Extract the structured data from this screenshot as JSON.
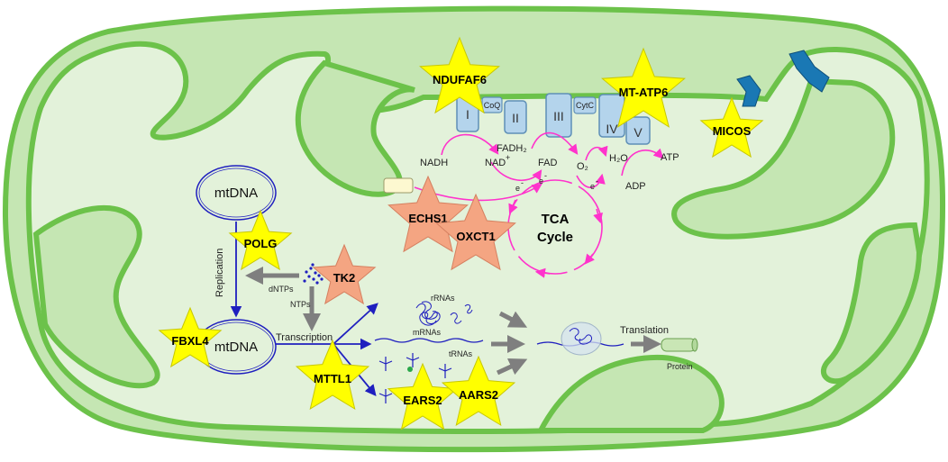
{
  "complexes": {
    "c1": "I",
    "coq": "CoQ",
    "c2": "II",
    "c3": "III",
    "cytc": "CytC",
    "c4": "IV",
    "c5": "V"
  },
  "metabolites": {
    "nadh": "NADH",
    "nad": "NAD",
    "nad_sup": "+",
    "fadh2": "FADH₂",
    "fad": "FAD",
    "o2": "O₂",
    "h2o": "H₂O",
    "atp": "ATP",
    "adp": "ADP",
    "e1": "e",
    "e2": "e",
    "e3": "e",
    "e_sup": "-"
  },
  "tca": {
    "line1": "TCA",
    "line2": "Cycle"
  },
  "dna": {
    "mtdna_top": "mtDNA",
    "mtdna_bottom": "mtDNA",
    "replication": "Replication",
    "dntps": "dNTPs",
    "ntps": "NTPs",
    "transcription": "Transcription",
    "rrnas": "rRNAs",
    "mrnas": "mRNAs",
    "trnas": "tRNAs",
    "translation": "Translation",
    "protein": "Protein"
  },
  "genes": {
    "ndufaf6": "NDUFAF6",
    "mt_atp6": "MT-ATP6",
    "micos": "MICOS",
    "echs1": "ECHS1",
    "oxct1": "OXCT1",
    "polg": "POLG",
    "tk2": "TK2",
    "fbxl4": "FBXL4",
    "mttl1": "MTTL1",
    "ears2": "EARS2",
    "aars2": "AARS2"
  },
  "colors": {
    "membrane": "#6cc24a",
    "outer_fill": "#c5e6b3",
    "matrix_fill": "#e3f2da",
    "star_yellow": "#ffff00",
    "star_salmon": "#f4a582",
    "complex_blue": "#b4d4ec",
    "cycle_pink": "#ff33cc",
    "arrow_blue": "#1f1fbf",
    "arrow_gray": "#7f7f7f",
    "micos_blue": "#1a78b4"
  }
}
